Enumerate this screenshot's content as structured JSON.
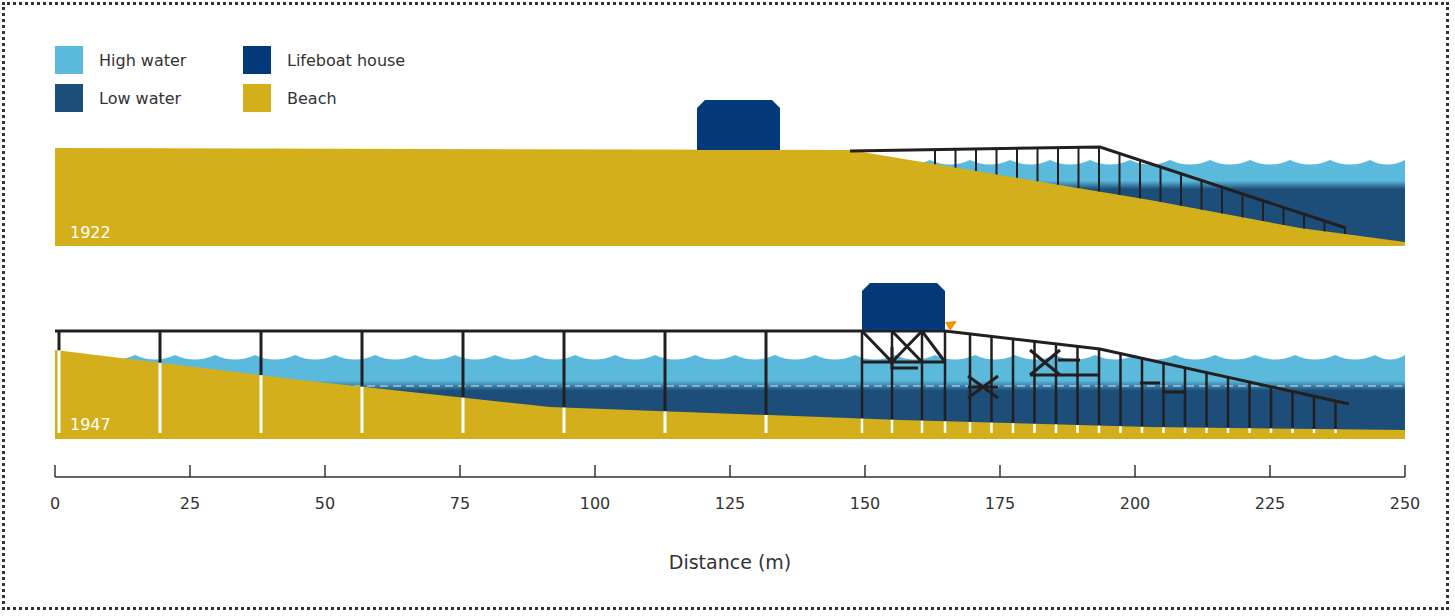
{
  "diagram": {
    "labels": [
      "1922",
      "1947",
      "0",
      "25",
      "50",
      "75",
      "100",
      "125",
      "150",
      "175",
      "200",
      "225",
      "250",
      "Distance (m)"
    ],
    "legend": [
      {
        "text": "High water",
        "color": "#5bb9dc"
      },
      {
        "text": "Low water",
        "color": "#1c4e79"
      },
      {
        "text": "Lifeboat house",
        "color": "#053a7a"
      },
      {
        "text": "Beach",
        "color": "#d3af1c"
      }
    ]
  }
}
